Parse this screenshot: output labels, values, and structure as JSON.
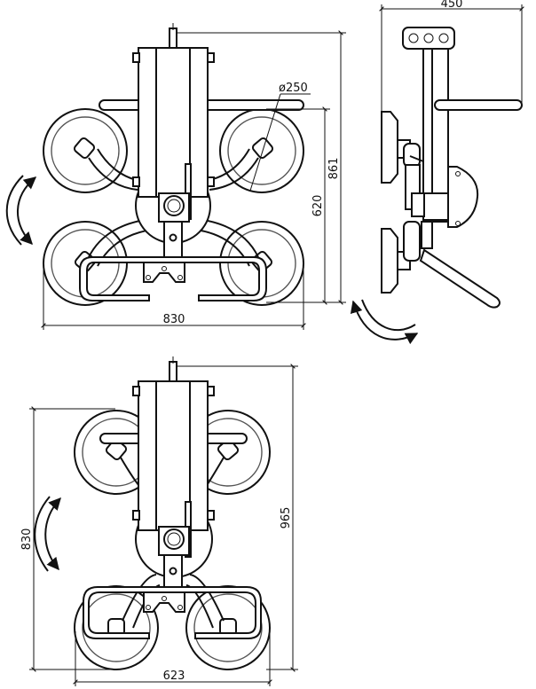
{
  "colors": {
    "stroke": "#111111",
    "background": "#ffffff"
  },
  "dimensions": {
    "front_width": "830",
    "front_height": "861",
    "front_inner_height": "620",
    "cup_diameter": "ø250",
    "side_width": "450",
    "bottom_width": "623",
    "bottom_height": "830",
    "bottom_total_height": "965"
  },
  "icons": [
    "rotation-arrow-icon",
    "rotation-arrow-icon",
    "rotation-arrow-icon"
  ]
}
